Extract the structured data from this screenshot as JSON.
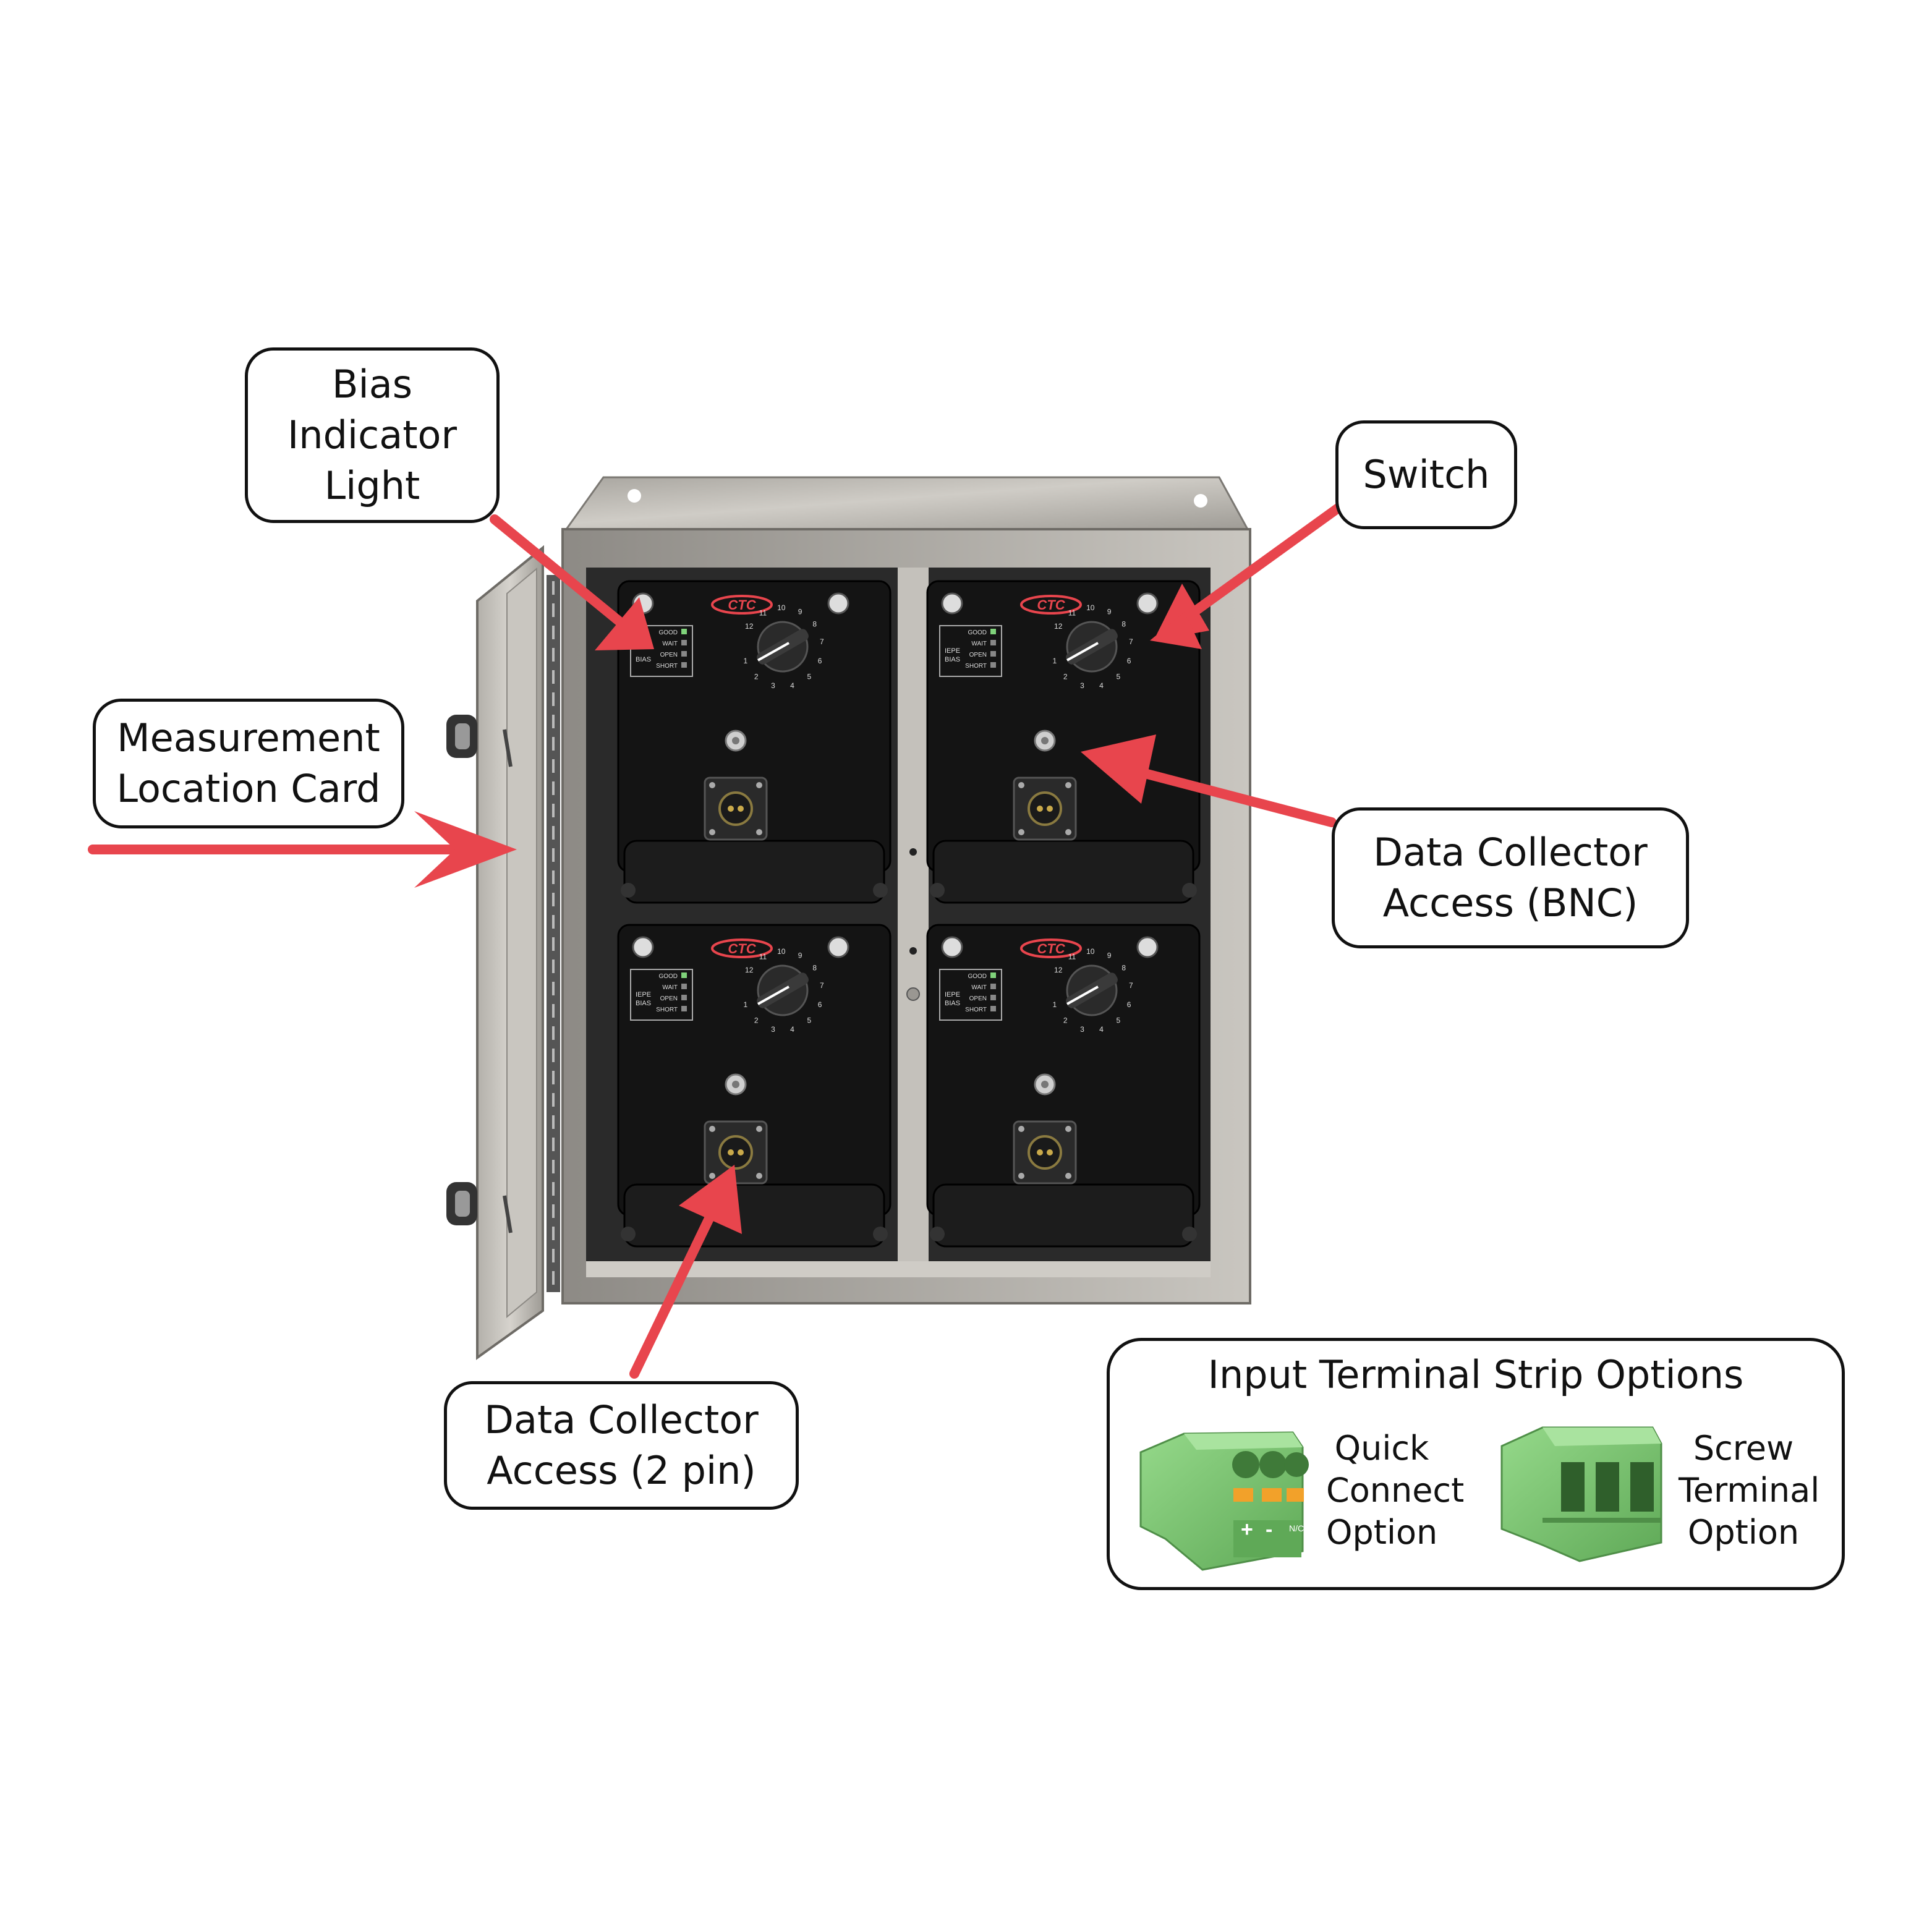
{
  "callouts": {
    "bias_indicator_light": "Bias\nIndicator\nLight",
    "switch": "Switch",
    "measurement_location_card": "Measurement\nLocation Card",
    "data_collector_bnc": "Data Collector\nAccess (BNC)",
    "data_collector_2pin": "Data Collector\nAccess (2 pin)"
  },
  "terminal_options": {
    "title": "Input Terminal Strip Options",
    "quick_connect": "Quick\nConnect\nOption",
    "screw_terminal": "Screw\nTerminal\nOption",
    "quick_connect_marks": {
      "plus": "+",
      "minus": "-",
      "nc": "N/C"
    }
  },
  "module_card": {
    "brand": "CTC",
    "label_iepe": "IEPE",
    "label_bias": "BIAS",
    "status_labels": [
      "GOOD",
      "WAIT",
      "OPEN",
      "SHORT"
    ],
    "dial_numbers": [
      "1",
      "2",
      "3",
      "4",
      "5",
      "6",
      "7",
      "8",
      "9",
      "10",
      "11",
      "12"
    ]
  },
  "colors": {
    "arrow": "#e8454d",
    "module": "#141414",
    "enclosure": "#b7b4ae",
    "connector_green": "#7cc571",
    "spring_orange": "#f2a12a"
  }
}
